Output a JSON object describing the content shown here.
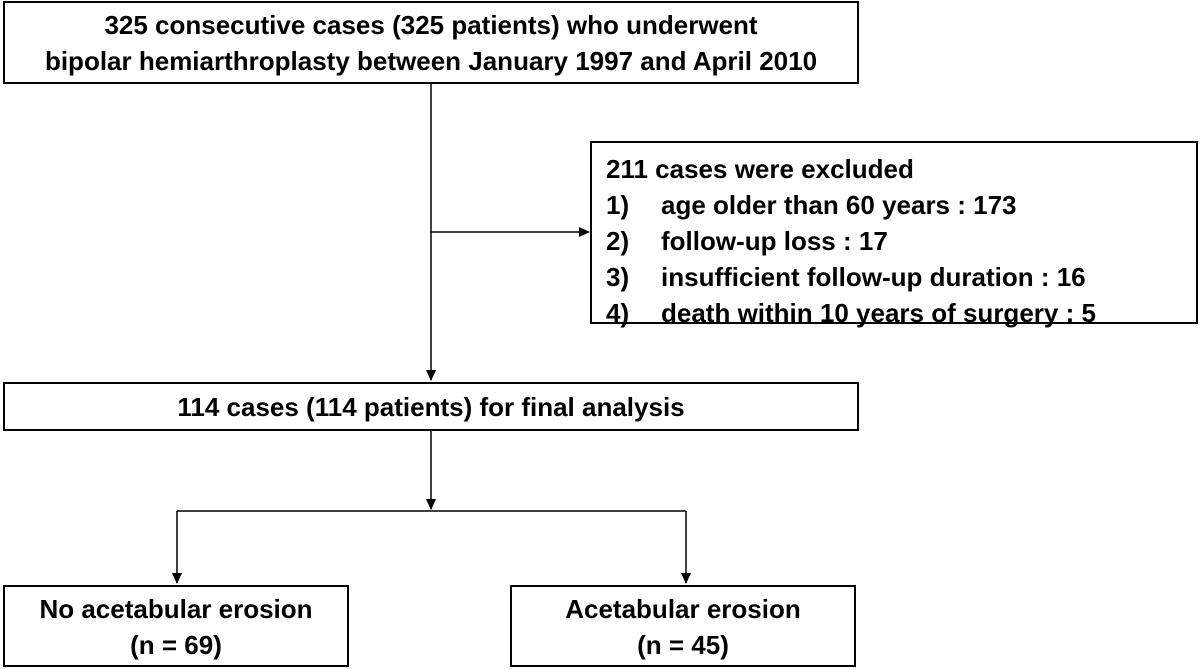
{
  "top_box": {
    "line1": "325 consecutive cases (325 patients) who underwent",
    "line2": "bipolar hemiarthroplasty between January 1997 and April 2010"
  },
  "excluded_box": {
    "title": "211 cases were excluded",
    "items": [
      {
        "num": "1)",
        "text": "age older than 60 years : 173"
      },
      {
        "num": "2)",
        "text": "follow-up loss : 17"
      },
      {
        "num": "3)",
        "text": "insufficient follow-up duration : 16"
      },
      {
        "num": "4)",
        "text": "death within 10 years of surgery : 5"
      }
    ]
  },
  "final_box": {
    "text": "114 cases (114 patients) for final analysis"
  },
  "no_erosion_box": {
    "line1": "No acetabular erosion",
    "line2": "(n = 69)"
  },
  "erosion_box": {
    "line1": "Acetabular erosion",
    "line2": "(n = 45)"
  }
}
